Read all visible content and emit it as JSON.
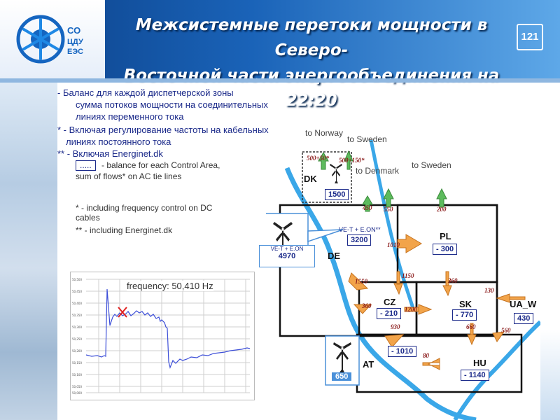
{
  "header": {
    "title_line1": "Межсистемные перетоки мощности в Северо-",
    "title_line2": "Восточной части энергообъединения на 22:20",
    "page_number": "121",
    "logo": {
      "line1": "СО",
      "line2": "ЦДУ",
      "line3": "ЕЭС"
    }
  },
  "notes_ru": [
    "- Баланс для каждой диспетчерской зоны",
    "сумма потоков мощности на   соединительных",
    "линиях переменного тока",
    "*  -  Включая регулирование частоты на кабельных",
    "линиях постоянного тока",
    "** - Включая Energinet.dk"
  ],
  "notes_en": {
    "legend_box": ".....",
    "legend_line1": "- balance for each Control Area,",
    "legend_line2": "sum of flows* on AC tie lines",
    "star1_line1": "* - including frequency control on DC",
    "star1_line2": "cables",
    "star2": "** - including Energinet.dk"
  },
  "frequency_chart": {
    "label": "frequency: 50,410 Hz",
    "y_ticks": [
      "50,500",
      "50,450",
      "50,400",
      "50,350",
      "50,300",
      "50,250",
      "50,200",
      "50,150",
      "50,100",
      "50,050",
      "50,000"
    ]
  },
  "map": {
    "directions": {
      "to_norway": "to Norway",
      "to_sweden_1": "to Sweden",
      "to_denmark": "to Denmark",
      "to_sweden_2": "to Sweden"
    },
    "zones": {
      "dk": "DK",
      "de": "DE",
      "pl": "PL",
      "cz": "CZ",
      "sk": "SK",
      "ua_w": "UA_W",
      "at": "AT",
      "hu": "HU"
    },
    "balances": {
      "dk": "1500",
      "de_top_label": "VE-T + E.ON**",
      "de_top": "3200",
      "de_left_label": "VE-T + E.ON",
      "de_left": "4970",
      "pl": "- 300",
      "cz": "- 210",
      "sk": "- 770",
      "ua_w": "430",
      "at_right": "- 1010",
      "at_left": "650",
      "hu": "- 1140"
    },
    "flows": {
      "f_500_50": "500+50*",
      "f_500_150": "500+150*",
      "f_450": "450",
      "f_550": "550",
      "f_200": "200",
      "f_1010": "1010",
      "f_1550": "1550",
      "f_1150": "1150",
      "f_360_pl_sk": "360",
      "f_130": "130",
      "f_360_de_cz": "360",
      "f_1200": "1200",
      "f_930": "930",
      "f_660": "660",
      "f_560": "560",
      "f_80": "80"
    }
  }
}
